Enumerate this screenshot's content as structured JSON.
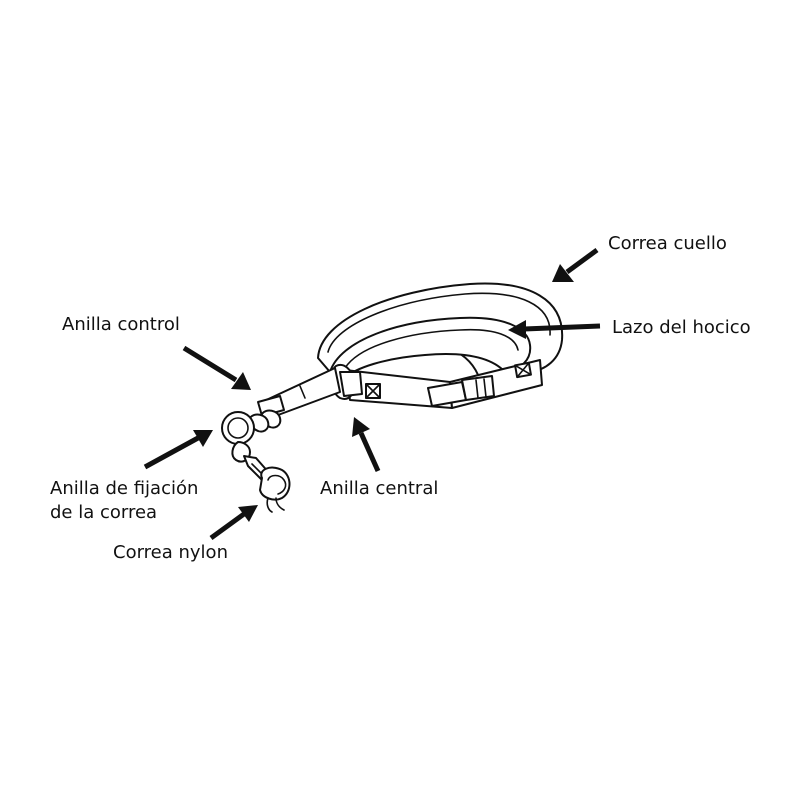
{
  "labels": {
    "collar_strap": "Correa cuello",
    "muzzle_loop": "Lazo del hocico",
    "control_ring": "Anilla control",
    "leash_ring_line1": "Anilla de fijación",
    "leash_ring_line2": "de la correa",
    "central_ring": "Anilla central",
    "nylon_leash": "Correa nylon"
  },
  "colors": {
    "ink": "#111111",
    "background": "#ffffff"
  }
}
